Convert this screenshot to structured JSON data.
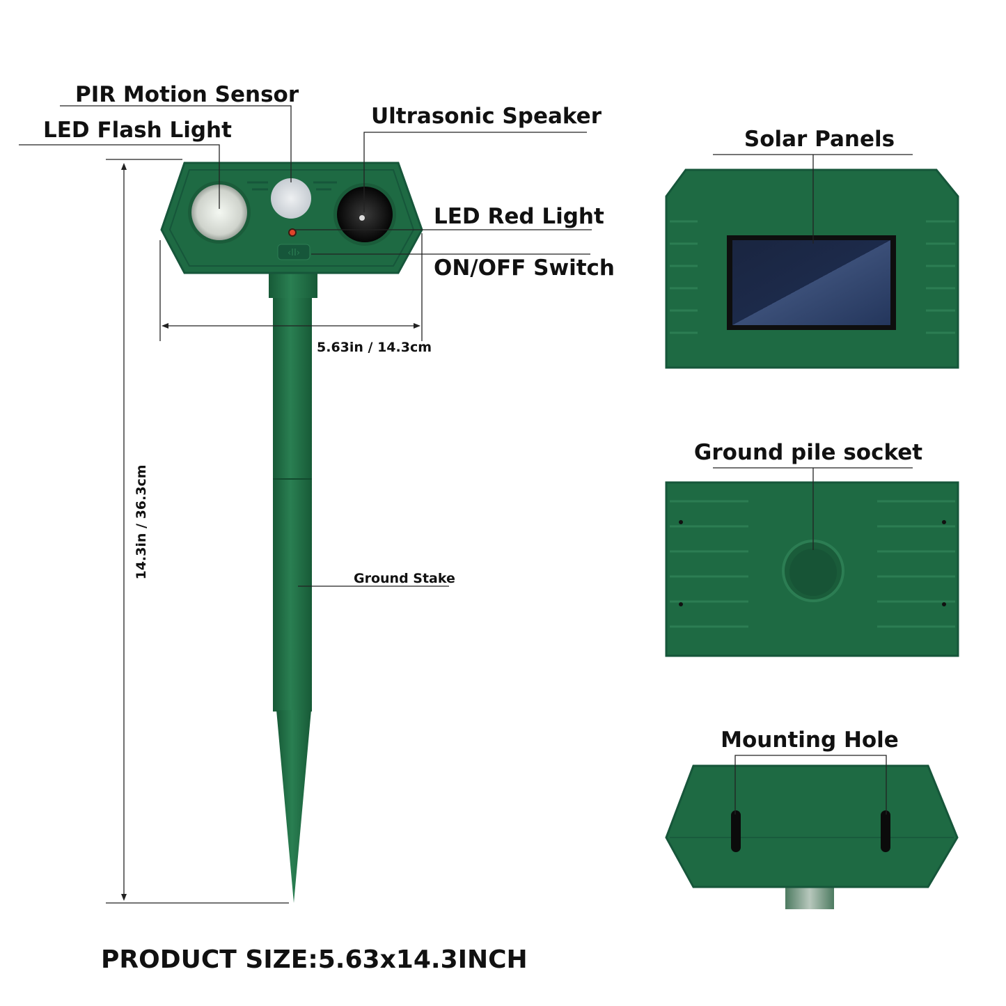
{
  "labels": {
    "pir_motion_sensor": "PIR Motion Sensor",
    "led_flash_light": "LED Flash Light",
    "ultrasonic_speaker": "Ultrasonic Speaker",
    "led_red_light": "LED Red Light",
    "on_off_switch": "ON/OFF Switch",
    "width_dimension": "5.63in / 14.3cm",
    "height_dimension": "14.3in / 36.3cm",
    "ground_stake": "Ground Stake",
    "solar_panels": "Solar Panels",
    "ground_pile_socket": "Ground pile socket",
    "mounting_hole": "Mounting Hole"
  },
  "product_size": "PRODUCT SIZE:5.63x14.3INCH",
  "colors": {
    "device_green": "#1e6a43",
    "text": "#111111"
  }
}
